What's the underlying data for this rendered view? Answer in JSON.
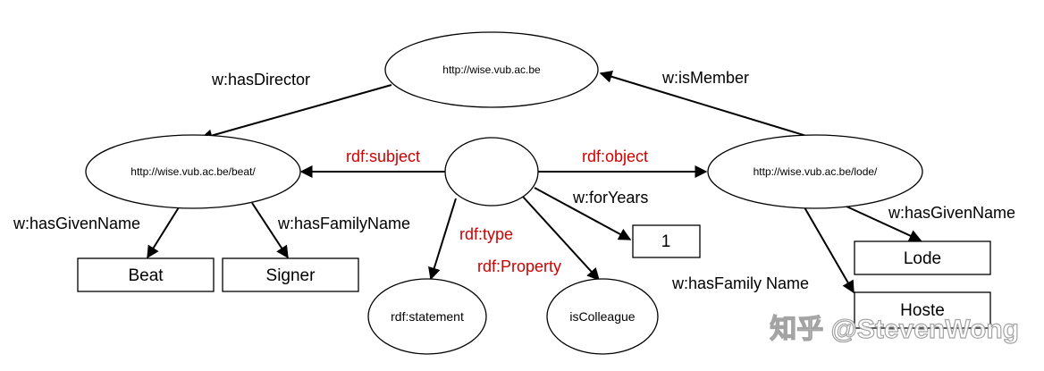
{
  "nodes": {
    "wise": "http://wise.vub.ac.be",
    "beat": "http://wise.vub.ac.be/beat/",
    "lode": "http://wise.vub.ac.be/lode/",
    "statement": "",
    "beat_given": "Beat",
    "beat_family": "Signer",
    "lode_given": "Lode",
    "lode_family": "Hoste",
    "years_value": "1",
    "rdf_statement": "rdf:statement",
    "is_colleague": "isColleague"
  },
  "edges": {
    "has_director": "w:hasDirector",
    "is_member": "w:isMember",
    "rdf_subject": "rdf:subject",
    "rdf_object": "rdf:object",
    "for_years": "w:forYears",
    "rdf_type": "rdf:type",
    "rdf_property": "rdf:Property",
    "beat_has_given_name": "w:hasGivenName",
    "beat_has_family_name": "w:hasFamilyName",
    "lode_has_given_name": "w:hasGivenName",
    "lode_has_family_name": "w:hasFamily Name"
  },
  "watermark": "知乎 @StevenWong",
  "colors": {
    "edge": "#000000",
    "rdf_label": "#d00000",
    "label": "#000000"
  }
}
